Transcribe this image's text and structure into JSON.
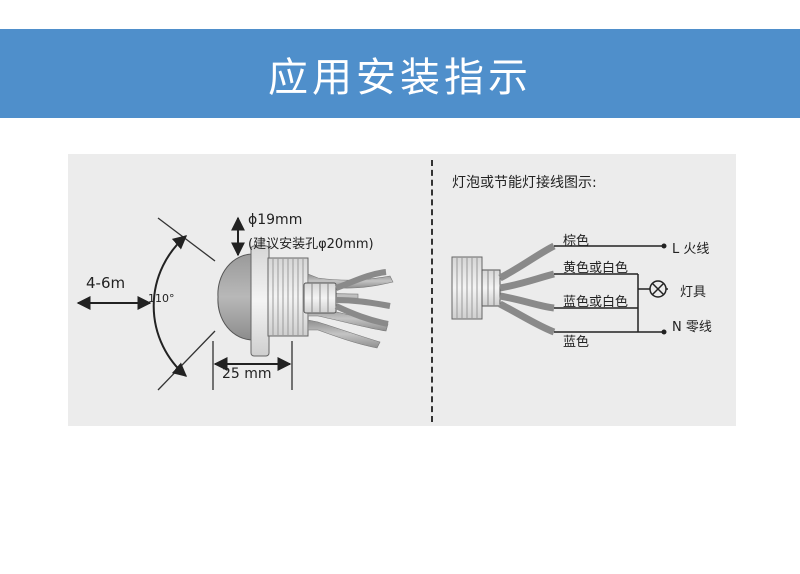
{
  "header": {
    "title": "应用安装指示"
  },
  "left_diagram": {
    "distance_label": "4-6m",
    "angle_label": "110°",
    "diameter_label": "ϕ19mm",
    "hole_label": "(建议安装孔φ20mm)",
    "width_label": "25 mm"
  },
  "right_diagram": {
    "title": "灯泡或节能灯接线图示:",
    "wires": [
      {
        "color_name": "棕色"
      },
      {
        "color_name": "黄色或白色"
      },
      {
        "color_name": "蓝色或白色"
      },
      {
        "color_name": "蓝色"
      }
    ],
    "live_label": "L 火线",
    "neutral_label": "N 零线",
    "lamp_label": "灯具"
  },
  "colors": {
    "banner": "#4f8fcb",
    "panel": "#ececec",
    "line": "#333333"
  }
}
